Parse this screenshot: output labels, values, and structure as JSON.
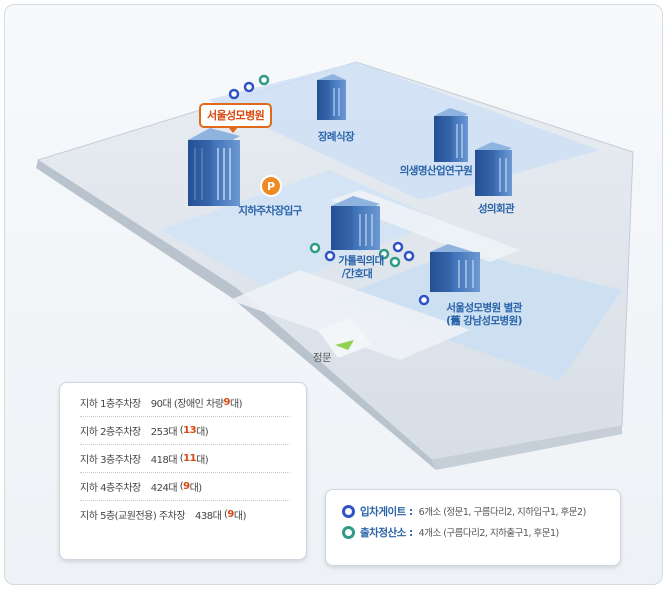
{
  "map": {
    "main_hospital_label": "서울성모병원",
    "buildings": {
      "jangnye": "장례식장",
      "industry": "의생명산업연구원",
      "seongui": "성의회관",
      "catholic_line1": "가톨릭의대",
      "catholic_line2": "/간호대",
      "annex_line1": "서울성모병원 별관",
      "annex_line2": "(舊 강남성모병원)"
    },
    "parking_entrance_label": "지하주차장입구",
    "parking_icon_letter": "P",
    "main_gate_label": "정문"
  },
  "parking": [
    {
      "name": "지하 1층주차장",
      "capacity": "90대",
      "note_prefix": "(장애인 차량 ",
      "note_num": "9",
      "note_suffix": "대)"
    },
    {
      "name": "지하 2층주차장",
      "capacity": "253대",
      "note_prefix": "(",
      "note_num": "13",
      "note_suffix": "대)"
    },
    {
      "name": "지하 3층주차장",
      "capacity": "418대",
      "note_prefix": "(",
      "note_num": "11",
      "note_suffix": "대)"
    },
    {
      "name": "지하 4층주차장",
      "capacity": "424대",
      "note_prefix": "(",
      "note_num": "9",
      "note_suffix": "대)"
    },
    {
      "name": "지하 5층(교원전용) 주차장",
      "capacity": "438대",
      "note_prefix": "(",
      "note_num": "9",
      "note_suffix": "대)"
    }
  ],
  "legend": {
    "entry_title": "입차게이트 :",
    "entry_desc": "6개소 (정문1, 구름다리2, 지하입구1, 후문2)",
    "exit_title": "출차정산소 :",
    "exit_desc": "4개소 (구름다리2, 지하출구1, 후문1)"
  },
  "colors": {
    "accent_orange": "#d9480f",
    "entry_blue": "#2f53c4",
    "exit_green": "#2f9a86",
    "label_blue": "#2a63a8"
  }
}
